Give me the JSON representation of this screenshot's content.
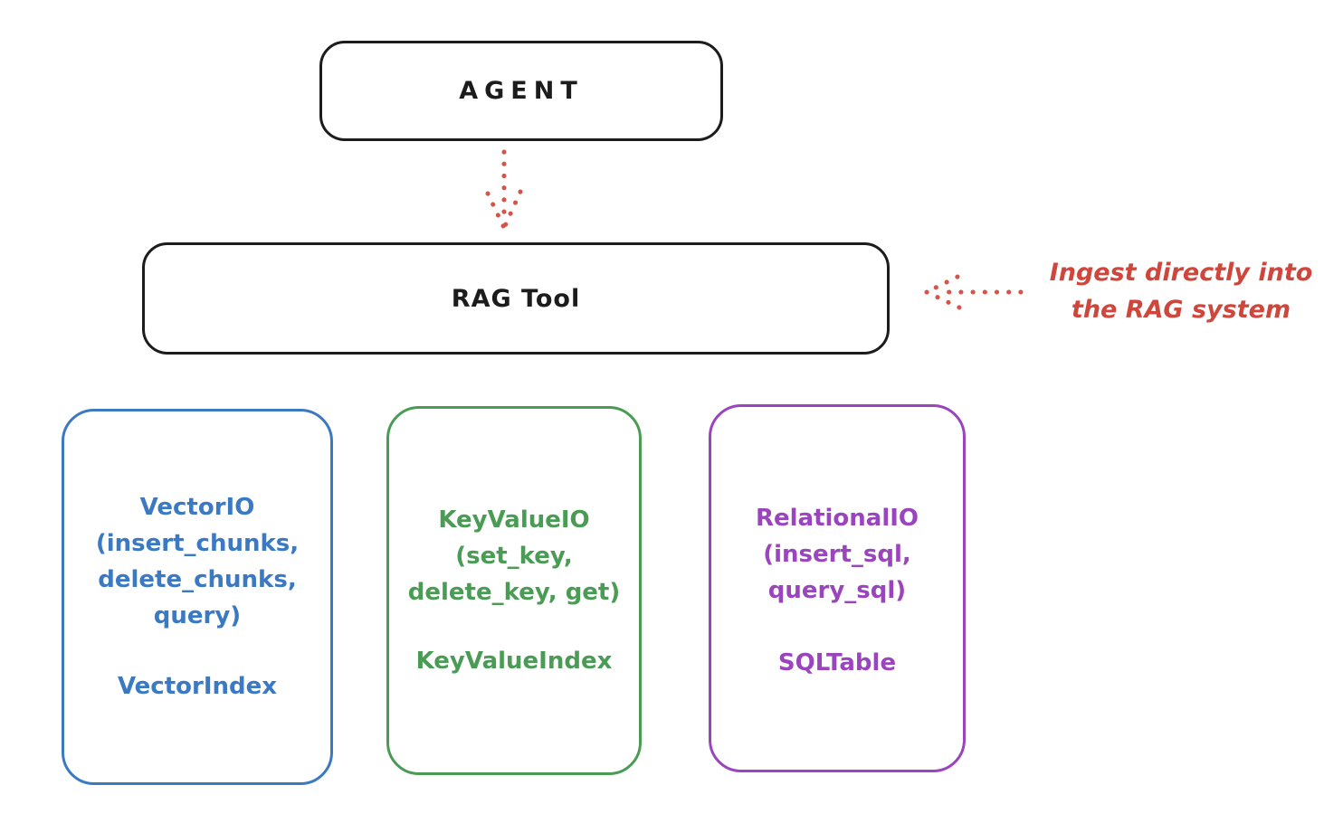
{
  "canvas": {
    "background": "#ffffff",
    "stroke_color": "#1c1c1c",
    "accent_red": "#cf463c",
    "accent_blue": "#3b79c2",
    "accent_green": "#4a9c55",
    "accent_purple": "#9a44bd"
  },
  "agent_box": {
    "label": "AGENT"
  },
  "rag_box": {
    "label": "RAG Tool"
  },
  "annotation": {
    "line1": "Ingest directly into",
    "line2": "the RAG system",
    "color": "#cf463c"
  },
  "arrows": [
    {
      "name": "agent-to-rag-arrow",
      "style": "dotted",
      "color": "#d5544a",
      "direction": "down"
    },
    {
      "name": "annotation-to-rag-arrow",
      "style": "dotted",
      "color": "#d5544a",
      "direction": "left"
    }
  ],
  "io_boxes": [
    {
      "id": "vector",
      "color": "#3b79c2",
      "lines": [
        "VectorIO",
        "(insert_chunks,",
        "delete_chunks,",
        "query)"
      ],
      "index_label": "VectorIndex"
    },
    {
      "id": "keyvalue",
      "color": "#4a9c55",
      "lines": [
        "KeyValueIO",
        "(set_key,",
        "delete_key, get)"
      ],
      "index_label": "KeyValueIndex"
    },
    {
      "id": "relational",
      "color": "#9a44bd",
      "lines": [
        "RelationalIO",
        "(insert_sql,",
        "query_sql)"
      ],
      "index_label": "SQLTable"
    }
  ]
}
